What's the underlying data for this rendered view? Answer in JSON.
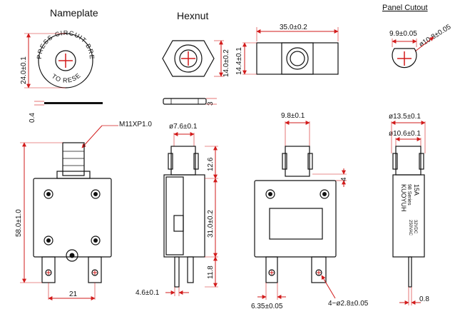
{
  "titles": {
    "nameplate": "Nameplate",
    "hexnut": "Hexnut",
    "panel_cutout": "Panel Cutout"
  },
  "nameplate": {
    "dim_diameter": "24.0±0.1",
    "dim_thickness": "0.4",
    "ring_text_top": "PRESS CIRCUIT BREAKER",
    "ring_text_bottom": "TO RESET"
  },
  "hexnut": {
    "dim_across_flats": "14.0±0.2",
    "dim_thickness": "3"
  },
  "top_body": {
    "dim_width": "35.0±0.2",
    "dim_height": "14.4±0.1"
  },
  "panel_cutout": {
    "dim_flat": "9.9±0.05",
    "dim_diameter": "ø10.8±0.05"
  },
  "front_view": {
    "thread": "M11XP1.0",
    "dim_height": "58.0±1.0",
    "dim_pitch": "21"
  },
  "side_view": {
    "dim_button": "ø7.6±0.1",
    "dim_top": "12.6",
    "dim_mid": "31.0±0.2",
    "dim_bottom": "11.8",
    "dim_terminal": "4.6±0.1"
  },
  "back_view": {
    "dim_button": "9.8±0.1",
    "dim_offset": "4",
    "dim_terminal_pitch": "6.35±0.05",
    "dim_holes": "4−ø2.8±0.05"
  },
  "label_view": {
    "dim_outer": "ø13.5±0.1",
    "dim_inner": "ø10.6±0.1",
    "dim_pin": "0.8",
    "label_lines": [
      "KUOYUH",
      "98 Series",
      "15A",
      "32VDC",
      "250VAC"
    ]
  }
}
